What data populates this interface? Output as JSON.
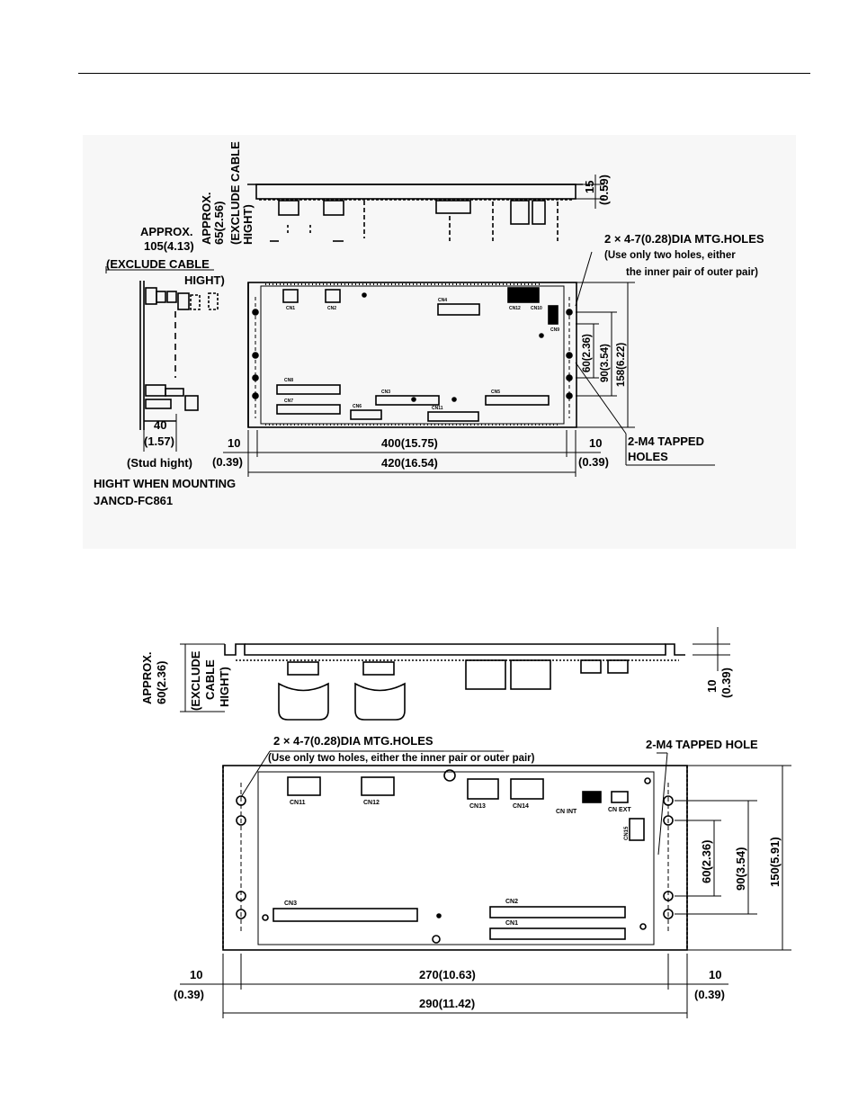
{
  "figure1": {
    "approx_65": "APPROX.",
    "approx_65_val": "65(2.56)",
    "exclude_cable_top": "(EXCLUDE CABLE",
    "hight_top": "HIGHT)",
    "approx_105": "APPROX.",
    "approx_105_val": "105(4.13)",
    "exclude_cable_left": "(EXCLUDE CABLE",
    "hight_left": "HIGHT)",
    "dim_15": "15",
    "dim_15_in": "(0.59)",
    "mtg_holes": "2 × 4-7(0.28)DIA MTG.HOLES",
    "mtg_note1": "(Use only two holes, either",
    "mtg_note2": "the inner pair of outer pair)",
    "dim_60": "60(2.36)",
    "dim_90": "90(3.54)",
    "dim_158": "158(6.22)",
    "tapped1": "2-M4 TAPPED",
    "tapped2": "HOLES",
    "dim_40": "40",
    "dim_40_in": "(1.57)",
    "stud": "(Stud hight)",
    "mount1": "HIGHT WHEN MOUNTING",
    "mount2": "JANCD-FC861",
    "dim_10_left": "10",
    "dim_10_left_in": "(0.39)",
    "dim_400": "400(15.75)",
    "dim_420": "420(16.54)",
    "dim_10_right": "10",
    "dim_10_right_in": "(0.39)",
    "conn": [
      "CN1",
      "CN2",
      "CN4",
      "CN12",
      "CN10",
      "CN9",
      "CN8",
      "CN7",
      "CN3",
      "CN5",
      "CN6",
      "CN11"
    ]
  },
  "figure2": {
    "approx": "APPROX.",
    "approx_val": "60(2.36)",
    "exclude": "(EXCLUDE",
    "cable": "CABLE",
    "hight": "HIGHT)",
    "dim_10": "10",
    "dim_10_in": "(0.39)",
    "mtg_holes": "2 × 4-7(0.28)DIA MTG.HOLES",
    "mtg_note": "(Use only two holes, either the inner pair or outer pair)",
    "tapped": "2-M4 TAPPED HOLE",
    "dim_60": "60(2.36)",
    "dim_90": "90(3.54)",
    "dim_150": "150(5.91)",
    "dim_10_left": "10",
    "dim_10_left_in": "(0.39)",
    "dim_270": "270(10.63)",
    "dim_290": "290(11.42)",
    "dim_10_right": "10",
    "dim_10_right_in": "(0.39)",
    "conn": [
      "CN11",
      "CN12",
      "CN13",
      "CN14",
      "CN INT",
      "CN EXT",
      "CN15",
      "CN3",
      "CN2",
      "CN1"
    ]
  }
}
